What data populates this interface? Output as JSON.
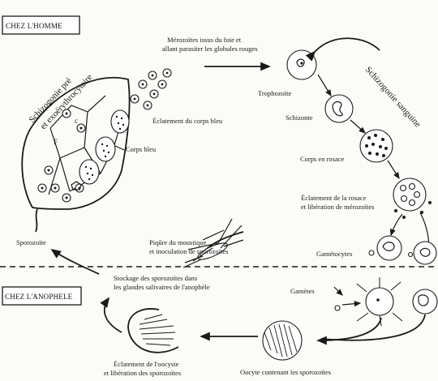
{
  "sections": {
    "human_box": "CHEZ L'HOMME",
    "anopheles_box": "CHEZ L'ANOPHELE"
  },
  "cycle_titles": {
    "exoerythrocytic_line1": "Schizogonie pré",
    "exoerythrocytic_line2": "et exoérythrocytaire",
    "blood_schizogony": "Schizogonie sanguine"
  },
  "labels": {
    "merozoites_line1": "Mérozoïtes issus du foie et",
    "merozoites_line2": "allant parasiter les globules rouges",
    "blue_body_burst": "Éclatement du corps bleu",
    "blue_body": "Corps bleu",
    "trophozoite": "Trophozoïte",
    "schizont": "Schizonte",
    "rosette": "Corps en rosace",
    "rosette_burst_line1": "Éclatement de la rosace",
    "rosette_burst_line2": "et libération de mérozoïtes",
    "gametocytes": "Gamétocytes",
    "gametes": "Gamètes",
    "sporozoite": "Sporozoïte",
    "bite_line1": "Piqûre du moustique",
    "bite_line2": "et inoculation de sporozoïtes",
    "storage_line1": "Stockage des sporozoïtes dans",
    "storage_line2": "les glandes salivaires de l'anophèle",
    "oocyst_burst_line1": "Éclatement de l'oocyste",
    "oocyst_burst_line2": "et libération des sporozoïtes",
    "oocyst": "Oocyte contenant les sporozoïtes",
    "liver_F": "F",
    "liver_c": "c"
  }
}
